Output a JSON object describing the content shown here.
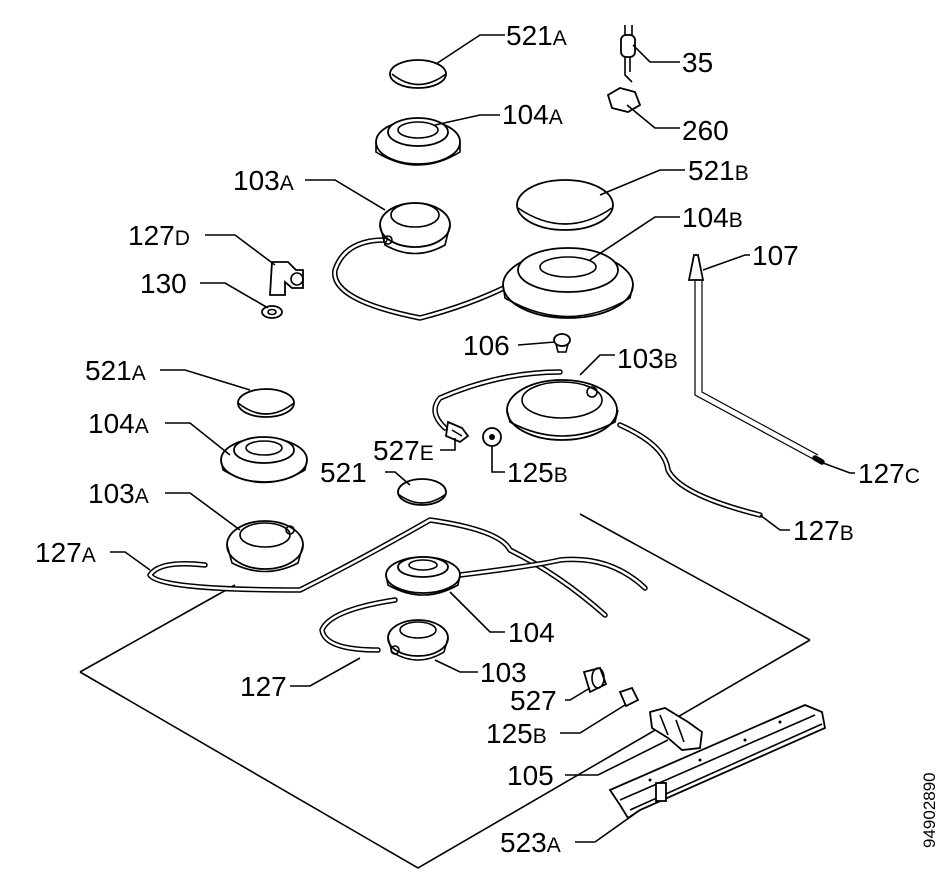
{
  "labels": [
    {
      "id": "521A_top",
      "num": "521",
      "sfx": "A"
    },
    {
      "id": "35",
      "num": "35",
      "sfx": ""
    },
    {
      "id": "104A_top",
      "num": "104",
      "sfx": "A"
    },
    {
      "id": "260",
      "num": "260",
      "sfx": ""
    },
    {
      "id": "103A_top",
      "num": "103",
      "sfx": "A"
    },
    {
      "id": "521B",
      "num": "521",
      "sfx": "B"
    },
    {
      "id": "104B",
      "num": "104",
      "sfx": "B"
    },
    {
      "id": "127D",
      "num": "127",
      "sfx": "D"
    },
    {
      "id": "107",
      "num": "107",
      "sfx": ""
    },
    {
      "id": "130",
      "num": "130",
      "sfx": ""
    },
    {
      "id": "106",
      "num": "106",
      "sfx": ""
    },
    {
      "id": "103B",
      "num": "103",
      "sfx": "B"
    },
    {
      "id": "521A_mid",
      "num": "521",
      "sfx": "A"
    },
    {
      "id": "104A_mid",
      "num": "104",
      "sfx": "A"
    },
    {
      "id": "527E",
      "num": "527",
      "sfx": "E"
    },
    {
      "id": "125B_mid",
      "num": "125",
      "sfx": "B"
    },
    {
      "id": "521",
      "num": "521",
      "sfx": ""
    },
    {
      "id": "127C",
      "num": "127",
      "sfx": "C"
    },
    {
      "id": "103A_mid",
      "num": "103",
      "sfx": "A"
    },
    {
      "id": "127B",
      "num": "127",
      "sfx": "B"
    },
    {
      "id": "127A",
      "num": "127",
      "sfx": "A"
    },
    {
      "id": "104",
      "num": "104",
      "sfx": ""
    },
    {
      "id": "103",
      "num": "103",
      "sfx": ""
    },
    {
      "id": "127",
      "num": "127",
      "sfx": ""
    },
    {
      "id": "527",
      "num": "527",
      "sfx": ""
    },
    {
      "id": "125B_bot",
      "num": "125",
      "sfx": "B"
    },
    {
      "id": "105",
      "num": "105",
      "sfx": ""
    },
    {
      "id": "523A",
      "num": "523",
      "sfx": "A"
    }
  ],
  "drawing_ref": "94902890"
}
